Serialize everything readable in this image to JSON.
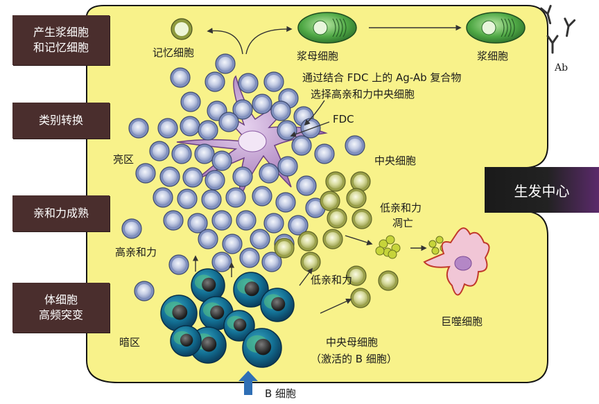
{
  "stages": [
    {
      "key": "plasma",
      "text": "产生浆细胞\n和记忆细胞"
    },
    {
      "key": "switch",
      "text": "类别转换"
    },
    {
      "key": "maturation",
      "text": "亲和力成熟"
    },
    {
      "key": "hypermutation",
      "text": "体细胞\n高频突变"
    }
  ],
  "labels": {
    "memory_cell": "记忆细胞",
    "plasmablast": "浆母细胞",
    "plasma_cell": "浆细胞",
    "antibody": "Ab",
    "selection_line1": "通过结合 FDC 上的 Ag-Ab 复合物",
    "selection_line2": "选择高亲和力中央细胞",
    "fdc": "FDC",
    "light_zone": "亮区",
    "centrocyte": "中央细胞",
    "low_affinity_apoptosis_line1": "低亲和力",
    "low_affinity_apoptosis_line2": "凋亡",
    "high_affinity": "高亲和力",
    "low_affinity": "低亲和力",
    "macrophage": "巨噬细胞",
    "dark_zone": "暗区",
    "centroblast_line1": "中央母细胞",
    "centroblast_line2": "（激活的 B 细胞）",
    "b_cell": "B 细胞",
    "germinal_center": "生发中心"
  },
  "colors": {
    "background": "#f8f28a",
    "stage_box": "#4a2e2d",
    "b_cell_fill": "#aeb9d8",
    "centrocyte_fill": "#cfd48e",
    "dark_zone_cell": "#0f5a80",
    "plasma_fill": "#4faa46",
    "fdc_fill": "#b68ac7",
    "macrophage_fill": "#f1c6d6"
  }
}
